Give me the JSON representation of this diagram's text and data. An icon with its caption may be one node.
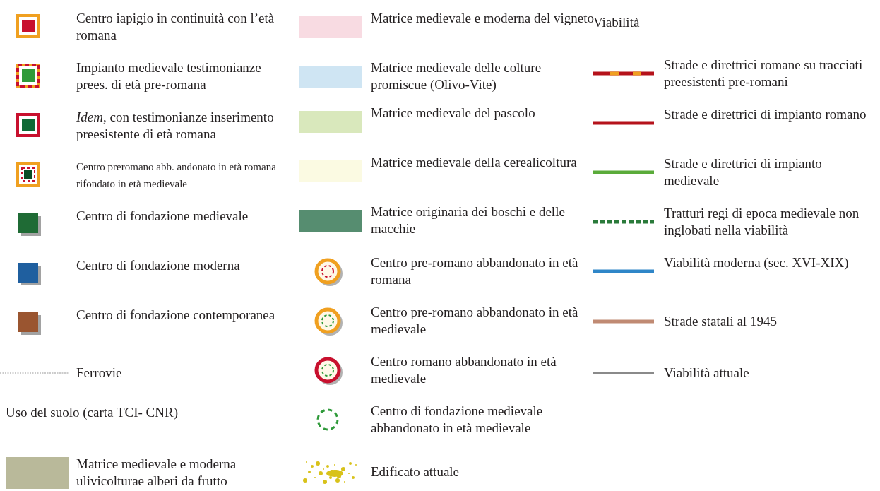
{
  "diagram": {
    "labels": [
      "Uso del suolo (carta TCI- CNR)",
      "Viabilità"
    ],
    "legend": [
      {
        "text": "Centro iapigio in continuità con l’età romana"
      },
      {
        "text": "Impianto medievale testimonianze prees. di età pre-romana"
      },
      {
        "text": "*Idem*, con testimonianze inserimento preesistente di età romana"
      },
      {
        "text": "Centro preromano abb. andonato in età romana rifondato in età medievale"
      },
      {
        "text": "Centro di fondazione medievale",
        "color": "#1f6b35"
      },
      {
        "text": "Centro di fondazione moderna",
        "color": "#1f5f9f"
      },
      {
        "text": "Centro di fondazione contemporanea",
        "color": "#9a5530"
      },
      {
        "text": "Ferrovie"
      },
      {
        "text": "Matrice medievale e moderna ulivicolturae alberi da frutto",
        "color": "#b9b99a"
      },
      {
        "text": "Matrice medievale e moderna del vigneto",
        "color": "#f8dbe2"
      },
      {
        "text": "Matrice medievale delle colture promiscue (Olivo-Vite)",
        "color": "#cfe5f3"
      },
      {
        "text": "Matrice medievale del pascolo",
        "color": "#d9e8bc"
      },
      {
        "text": "Matrice medievale della cerealicoltura",
        "color": "#fbfae2"
      },
      {
        "text": "Matrice originaria dei boschi e delle macchie",
        "color": "#568d70"
      },
      {
        "text": "Centro pre-romano abbandonato in età romana"
      },
      {
        "text": "Centro pre-romano abbandonato in età medievale"
      },
      {
        "text": "Centro romano abbandonato in età medievale"
      },
      {
        "text": "Centro di fondazione medievale abbandonato in età medievale"
      },
      {
        "text": "Edificato attuale"
      },
      {
        "text": "Strade e direttrici romane su tracciati preesistenti pre-romani"
      },
      {
        "text": "Strade e direttrici di impianto romano"
      },
      {
        "text": "Strade e direttrici di impianto medievale"
      },
      {
        "text": "Tratturi regi di epoca medievale non inglobati nella viabilità"
      },
      {
        "text": "Viabilità moderna (sec. XVI-XIX)"
      },
      {
        "text": "Strade statali al 1945"
      },
      {
        "text": "Viabilità attuale"
      }
    ]
  }
}
